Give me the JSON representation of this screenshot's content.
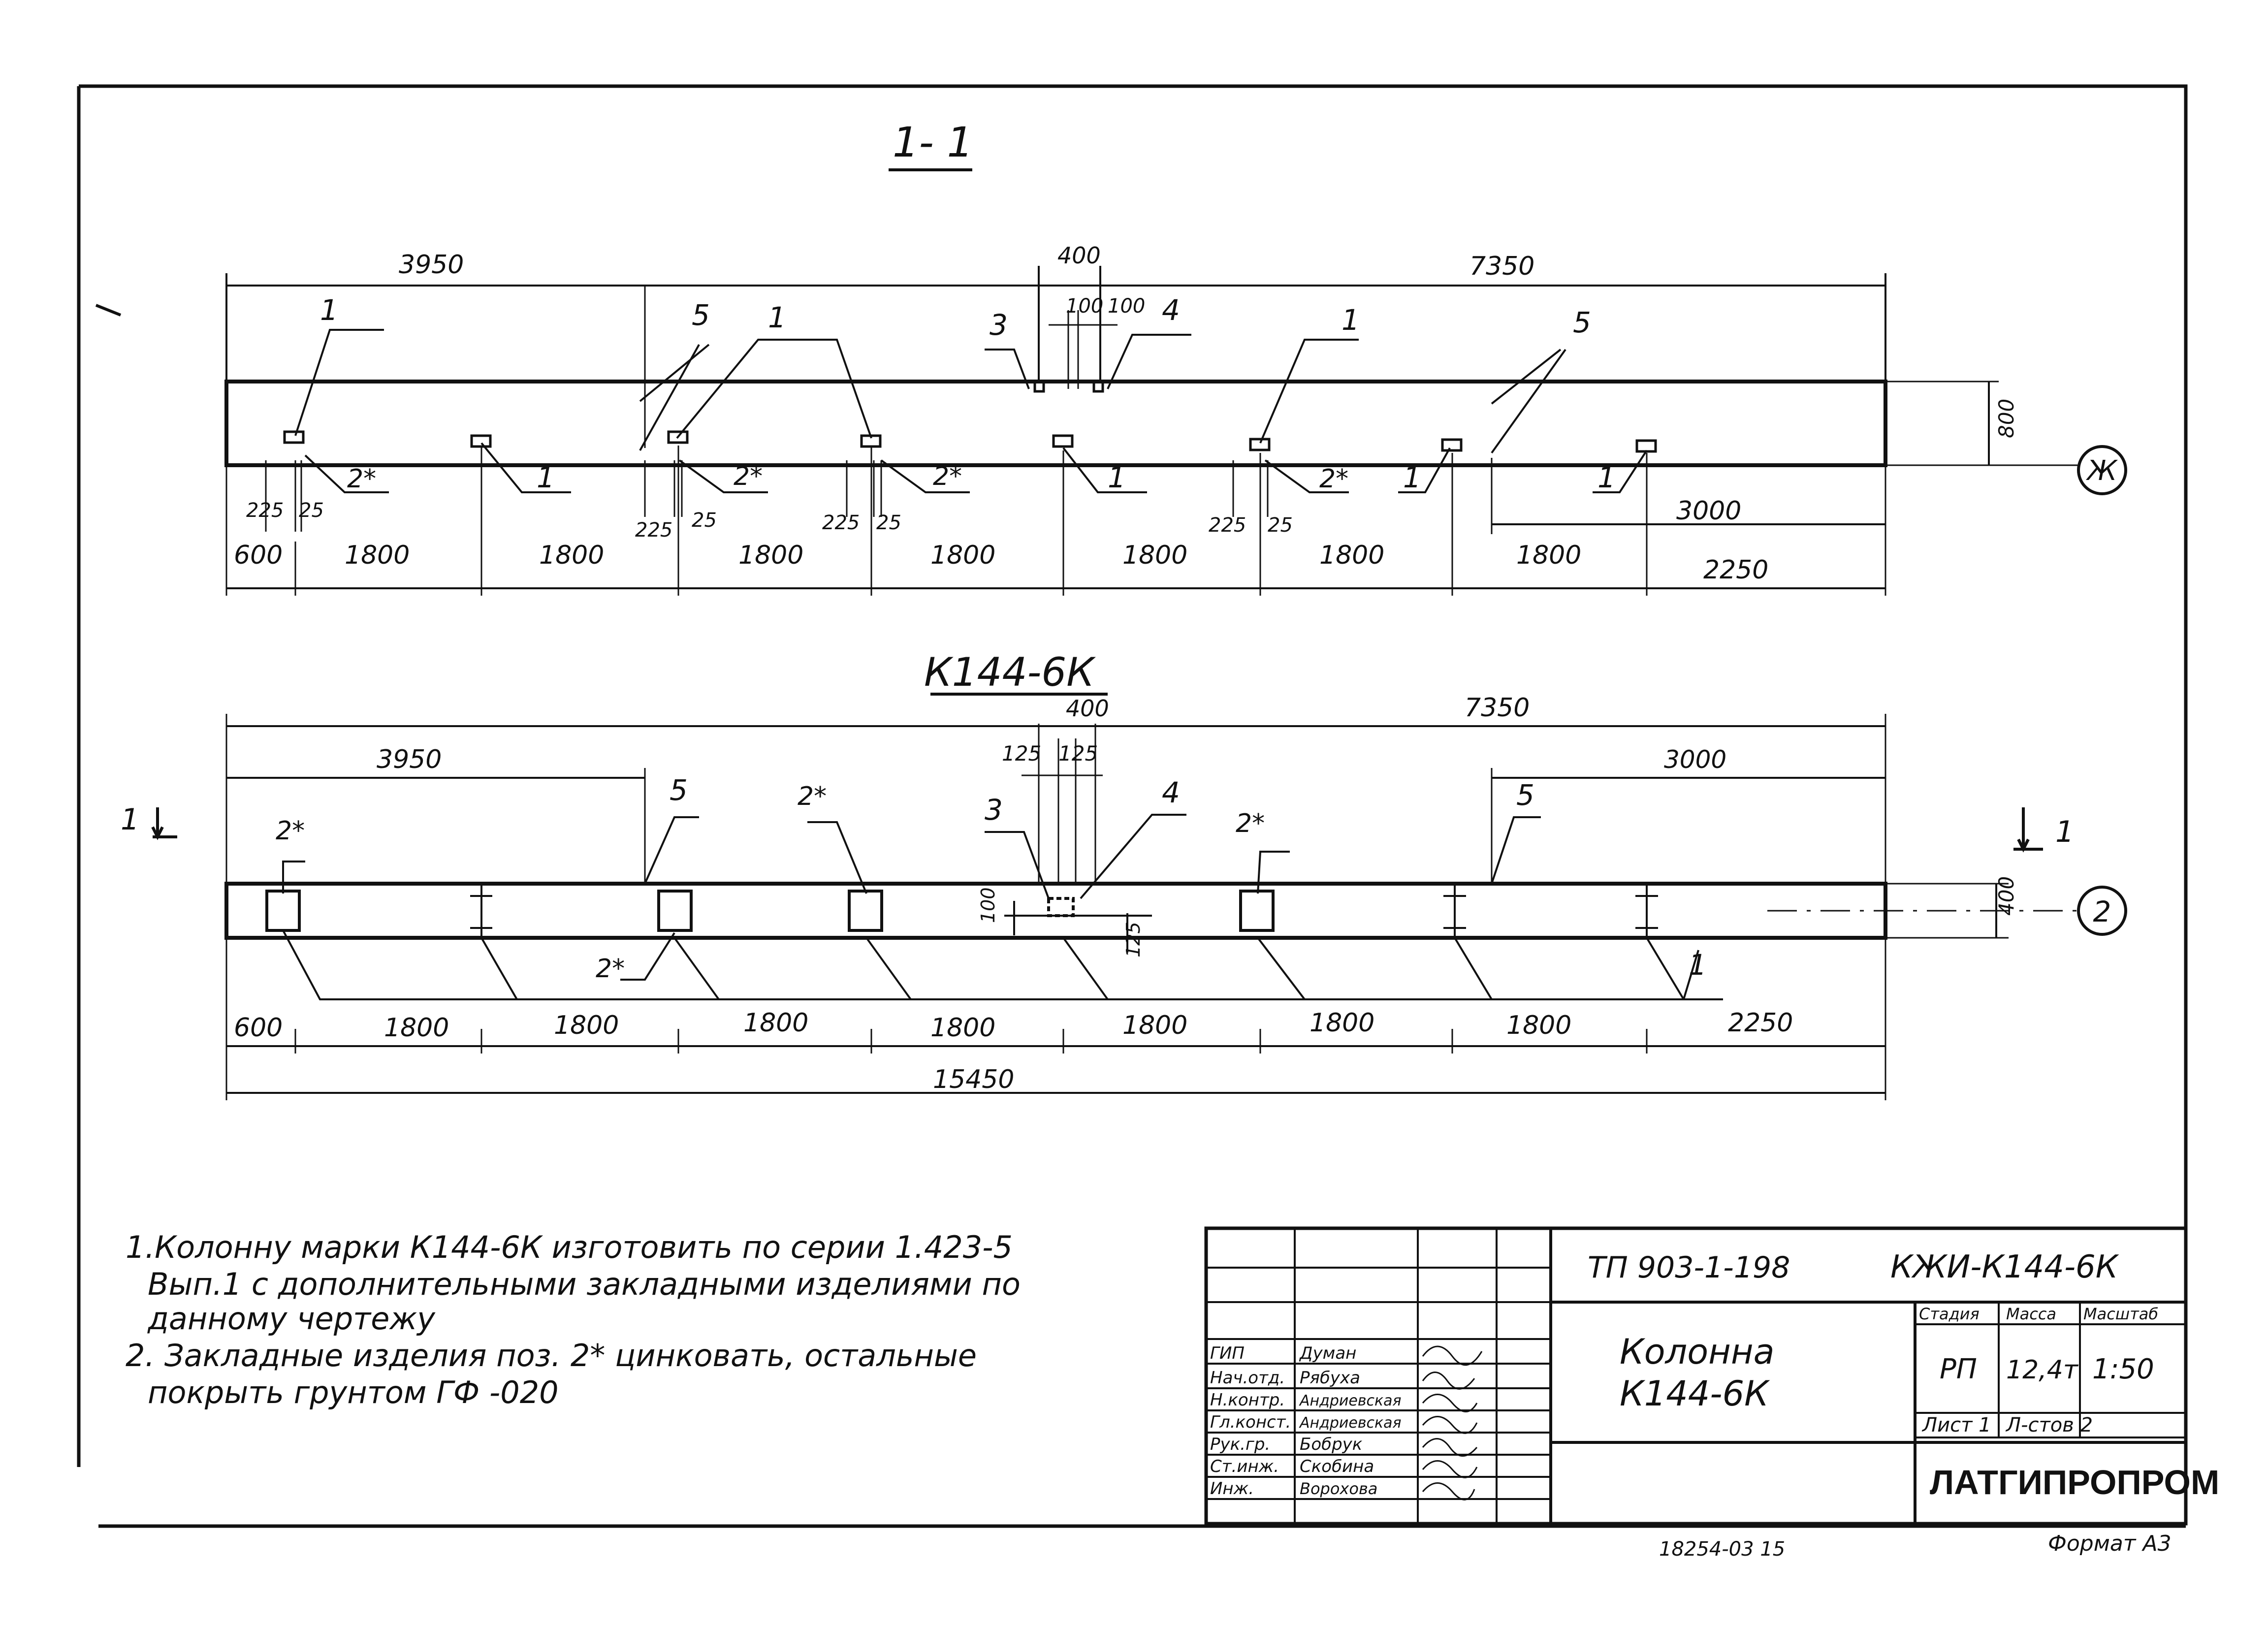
{
  "section_title": "1- 1",
  "plan_title": "К144-6К",
  "top": {
    "dims_upper": {
      "left": "3950",
      "mid": "400",
      "right": "7350",
      "sub1": "100",
      "sub2": "100"
    },
    "height": "800",
    "axis": "Ж",
    "spacing_225": "225",
    "spacing_25": "25",
    "right_3000": "3000",
    "dims_bottom": [
      "600",
      "1800",
      "1800",
      "1800",
      "1800",
      "1800",
      "1800",
      "1800",
      "2250"
    ],
    "pos": {
      "p1": "1",
      "p2": "2*",
      "p3": "3",
      "p4": "4",
      "p5": "5"
    }
  },
  "bottom": {
    "dims_upper": {
      "left": "3950",
      "mid": "400",
      "right": "7350",
      "s125a": "125",
      "s125b": "125",
      "right_3000": "3000"
    },
    "height": "400",
    "axis": "2",
    "small_100": "100",
    "small_125": "125",
    "dims_bottom": [
      "600",
      "1800",
      "1800",
      "1800",
      "1800",
      "1800",
      "1800",
      "1800",
      "2250"
    ],
    "total": "15450",
    "cut_mark": "1",
    "pos": {
      "p1": "1",
      "p2": "2*",
      "p3": "3",
      "p4": "4",
      "p5": "5"
    }
  },
  "notes": [
    "1.Колонну марки К144-6К изготовить по серии 1.423-5",
    "Вып.1 с дополнительными закладными изделиями по",
    "данному чертежу",
    "2. Закладные изделия поз. 2* цинковать, остальные",
    "покрыть грунтом ГФ -020"
  ],
  "title_block": {
    "project": "ТП 903-1-198",
    "mark": "КЖИ-К144-6К",
    "name_line1": "Колонна",
    "name_line2": "К144-6К",
    "stage_label": "Стадия",
    "mass_label": "Масса",
    "scale_label": "Масштаб",
    "stage": "РП",
    "mass": "12,4т",
    "scale": "1:50",
    "sheet": "Лист 1",
    "sheets": "Л-стов 2",
    "org": "ЛАТГИПРОПРОМ",
    "roles": [
      "ГИП",
      "Нач.отд.",
      "Н.контр.",
      "Гл.конст.",
      "Рук.гр.",
      "Ст.инж.",
      "Инж."
    ],
    "names": [
      "Думан",
      "Рябуха",
      "Андриевская",
      "Андриевская",
      "Бобрук",
      "Скобина",
      "Ворохова"
    ],
    "format": "Формат А3",
    "footer_num": "18254-03 15"
  }
}
